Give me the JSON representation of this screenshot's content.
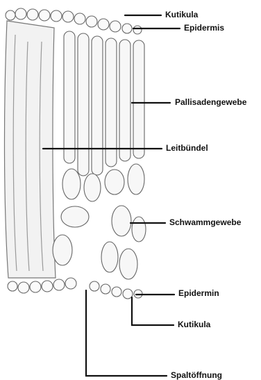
{
  "labels": {
    "kutikula_top": "Kutikula",
    "epidermis": "Epidermis",
    "pallisadengewebe": "Pallisadengewebe",
    "leitbuendel": "Leitbündel",
    "schwammgewebe": "Schwammgewebe",
    "epidermin": "Epidermin",
    "kutikula_bottom": "Kutikula",
    "spaltoeffnung": "Spaltöffnung"
  }
}
